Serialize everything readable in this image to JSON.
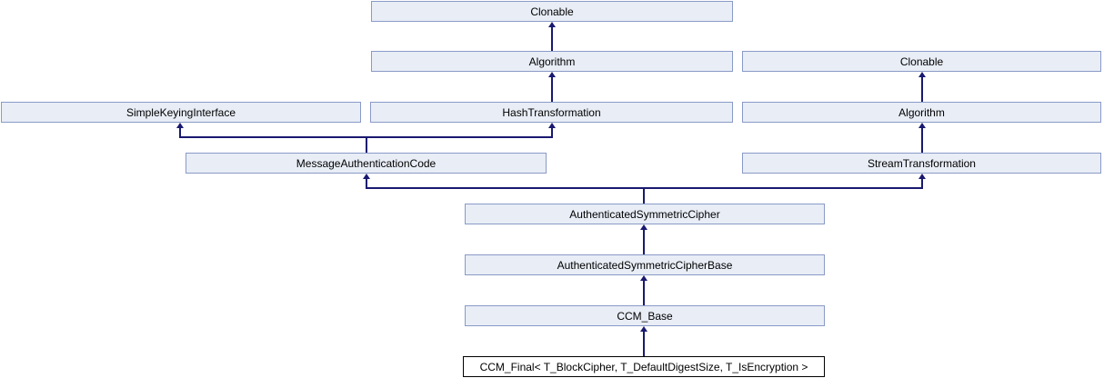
{
  "diagram": {
    "type": "class-inheritance-diagram",
    "current_class": "CCM_Final< T_BlockCipher, T_DefaultDigestSize, T_IsEncryption >"
  },
  "nodes": {
    "clonable_top": {
      "label": "Clonable"
    },
    "algorithm_center": {
      "label": "Algorithm"
    },
    "clonable_right": {
      "label": "Clonable"
    },
    "simple_keying_interface": {
      "label": "SimpleKeyingInterface"
    },
    "hash_transformation": {
      "label": "HashTransformation"
    },
    "algorithm_right": {
      "label": "Algorithm"
    },
    "message_authentication_code": {
      "label": "MessageAuthenticationCode"
    },
    "stream_transformation": {
      "label": "StreamTransformation"
    },
    "authenticated_symmetric_cipher": {
      "label": "AuthenticatedSymmetricCipher"
    },
    "authenticated_symmetric_cipher_base": {
      "label": "AuthenticatedSymmetricCipherBase"
    },
    "ccm_base": {
      "label": "CCM_Base"
    },
    "ccm_final": {
      "label": "CCM_Final< T_BlockCipher, T_DefaultDigestSize, T_IsEncryption >"
    }
  },
  "edges": [
    {
      "from": "algorithm_center",
      "to": "clonable_top"
    },
    {
      "from": "hash_transformation",
      "to": "algorithm_center"
    },
    {
      "from": "algorithm_right",
      "to": "clonable_right"
    },
    {
      "from": "stream_transformation",
      "to": "algorithm_right"
    },
    {
      "from": "message_authentication_code",
      "to": "simple_keying_interface"
    },
    {
      "from": "message_authentication_code",
      "to": "hash_transformation"
    },
    {
      "from": "authenticated_symmetric_cipher",
      "to": "message_authentication_code"
    },
    {
      "from": "authenticated_symmetric_cipher",
      "to": "stream_transformation"
    },
    {
      "from": "authenticated_symmetric_cipher_base",
      "to": "authenticated_symmetric_cipher"
    },
    {
      "from": "ccm_base",
      "to": "authenticated_symmetric_cipher_base"
    },
    {
      "from": "ccm_final",
      "to": "ccm_base"
    }
  ],
  "colors": {
    "node_fill": "#e8edf6",
    "node_border": "#8a9ac7",
    "edge": "#191970",
    "current_node_fill": "#ffffff",
    "current_node_border": "#000000",
    "text": "#000000"
  }
}
